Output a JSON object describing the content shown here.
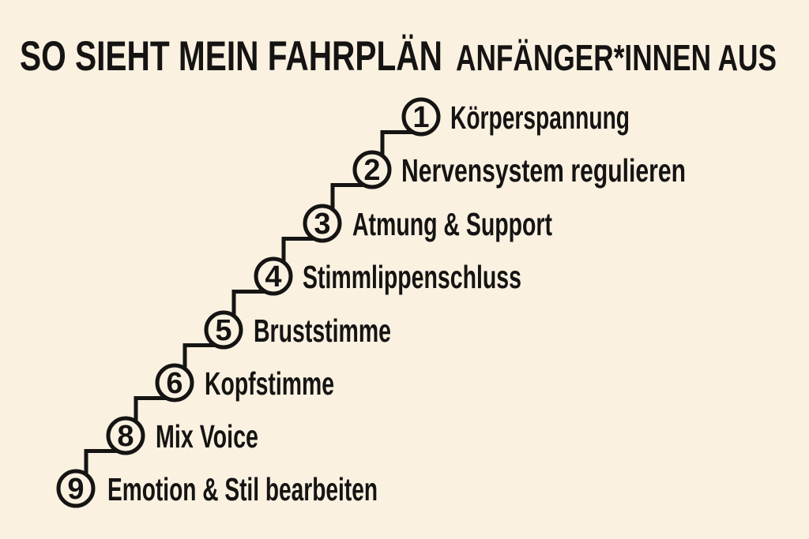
{
  "title": {
    "main": "SO SIEHT MEIN FAHRPLÄN",
    "sub": "ANFÄNGER*INNEN AUS"
  },
  "steps": [
    {
      "number": "1",
      "label": "Körperspannung"
    },
    {
      "number": "2",
      "label": "Nervensystem regulieren"
    },
    {
      "number": "3",
      "label": "Atmung & Support"
    },
    {
      "number": "4",
      "label": "Stimmlippenschluss"
    },
    {
      "number": "5",
      "label": "Bruststimme"
    },
    {
      "number": "6",
      "label": "Kopfstimme"
    },
    {
      "number": "8",
      "label": "Mix Voice"
    },
    {
      "number": "9",
      "label": "Emotion & Stil bearbeiten"
    }
  ],
  "colors": {
    "background": "#FAF1E1",
    "ink": "#151413"
  }
}
